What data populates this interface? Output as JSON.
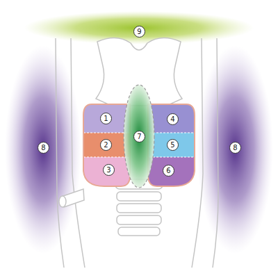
{
  "diagram": {
    "labels": [
      "1",
      "2",
      "3",
      "4",
      "5",
      "6",
      "7",
      "8",
      "8",
      "9"
    ]
  }
}
